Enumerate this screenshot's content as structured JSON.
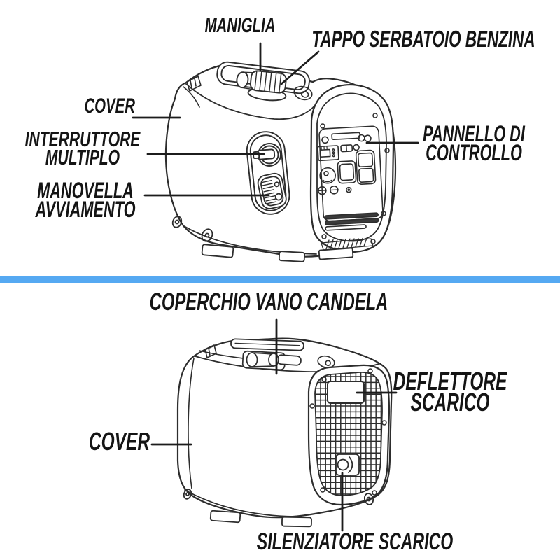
{
  "page": {
    "kind": "generator parts diagram",
    "background_color": "#ffffff",
    "divider_color": "#55a9f2",
    "line_art_color": "#2d2d2d",
    "label_text_color": "#141414"
  },
  "front_view": {
    "name": "inverter generator front three-quarter view",
    "labels": {
      "maniglia": "MANIGLIA",
      "tappo_serbatoio": "TAPPO SERBATOIO BENZINA",
      "cover": "COVER",
      "interruttore_line1": "INTERRUTTORE",
      "interruttore_line2": "MULTIPLO",
      "manovella_line1": "MANOVELLA",
      "manovella_line2": "AVVIAMENTO",
      "pannello_line1": "PANNELLO DI",
      "pannello_line2": "CONTROLLO"
    }
  },
  "rear_view": {
    "name": "inverter generator rear three-quarter view",
    "labels": {
      "coperchio": "COPERCHIO VANO CANDELA",
      "deflettore_line1": "DEFLETTORE",
      "deflettore_line2": "SCARICO",
      "cover": "COVER",
      "silenziatore": "SILENZIATORE SCARICO"
    }
  }
}
